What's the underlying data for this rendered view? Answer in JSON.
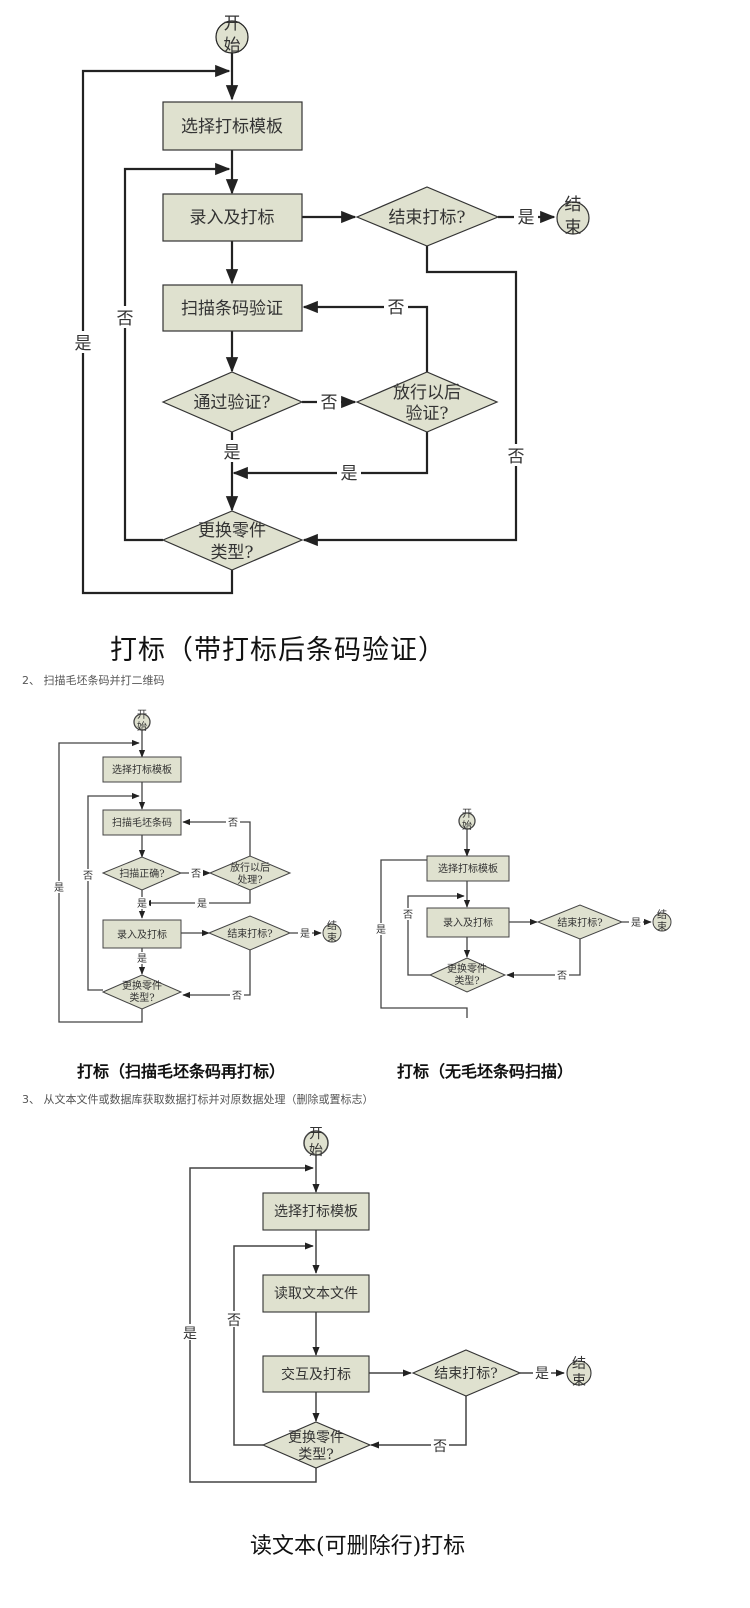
{
  "colors": {
    "node_fill": "#dfe1cf",
    "stroke": "#222222",
    "thin_stroke": "#444444"
  },
  "terms": {
    "start": "开始",
    "end": "结束",
    "yes": "是",
    "no": "否"
  },
  "diagram1": {
    "caption": "打标（带打标后条码验证）",
    "nodes": {
      "start": [
        "开",
        "始"
      ],
      "select_template": "选择打标模板",
      "input_print": "录入及打标",
      "end_print_q": "结束打标?",
      "end": [
        "结",
        "束"
      ],
      "scan_verify": "扫描条码验证",
      "pass_q": "通过验证?",
      "release_q": [
        "放行以后",
        "验证?"
      ],
      "change_part_q": [
        "更换零件",
        "类型?"
      ]
    }
  },
  "section2": {
    "heading": "2、 扫描毛坯条码并打二维码"
  },
  "diagram2a": {
    "caption": "打标（扫描毛坯条码再打标）",
    "nodes": {
      "start": [
        "开",
        "始"
      ],
      "select_template": "选择打标模板",
      "scan_blank": "扫描毛坯条码",
      "scan_ok_q": "扫描正确?",
      "release_q": [
        "放行以后",
        "处理?"
      ],
      "input_print": "录入及打标",
      "end_print_q": "结束打标?",
      "end": [
        "结",
        "束"
      ],
      "change_part_q": [
        "更换零件",
        "类型?"
      ]
    }
  },
  "diagram2b": {
    "caption": "打标（无毛坯条码扫描）",
    "nodes": {
      "start": [
        "开",
        "始"
      ],
      "select_template": "选择打标模板",
      "input_print": "录入及打标",
      "end_print_q": "结束打标?",
      "end": [
        "结",
        "束"
      ],
      "change_part_q": [
        "更换零件",
        "类型?"
      ]
    }
  },
  "section3": {
    "heading": "3、 从文本文件或数据库获取数据打标并对原数据处理（删除或置标志）"
  },
  "diagram3": {
    "caption": "读文本(可删除行)打标",
    "nodes": {
      "start": [
        "开",
        "始"
      ],
      "select_template": "选择打标模板",
      "read_text": "读取文本文件",
      "interact_print": "交互及打标",
      "end_print_q": "结束打标?",
      "end": [
        "结",
        "束"
      ],
      "change_part_q": [
        "更换零件",
        "类型?"
      ]
    }
  }
}
